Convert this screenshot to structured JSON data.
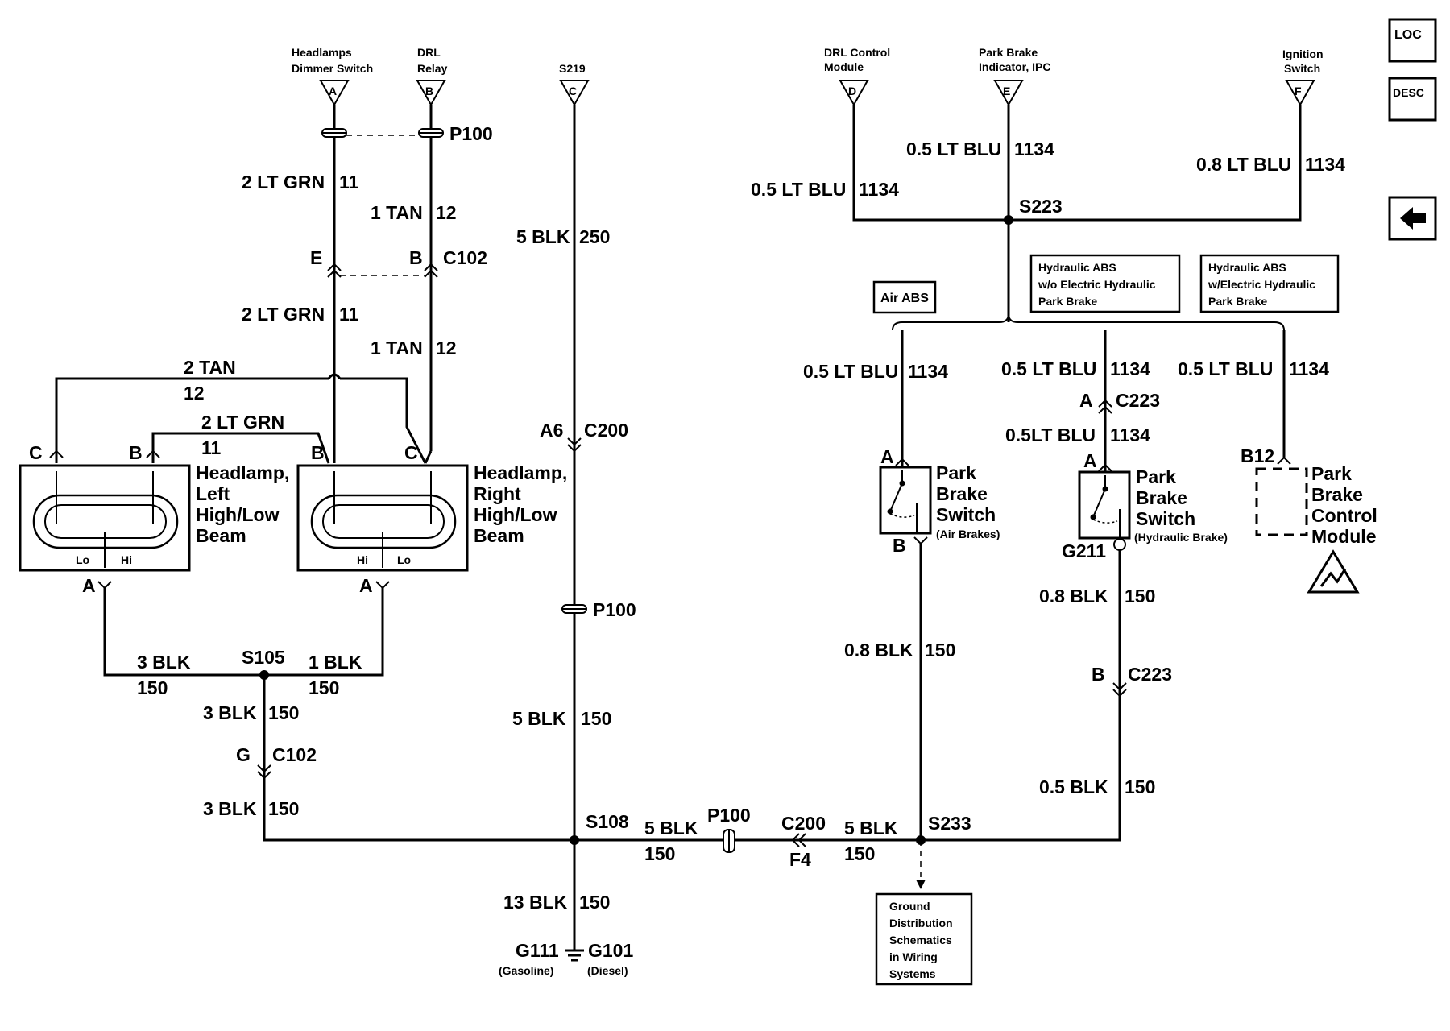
{
  "icons": {
    "loc": "LOC",
    "desc": "DESC",
    "back": "back-arrow-icon"
  },
  "terminals": [
    {
      "letter": "A",
      "label1": "Headlamps",
      "label2": "Dimmer Switch"
    },
    {
      "letter": "B",
      "label1": "DRL",
      "label2": "Relay"
    },
    {
      "letter": "C",
      "label1": "S219",
      "label2": ""
    },
    {
      "letter": "D",
      "label1": "DRL Control",
      "label2": "Module"
    },
    {
      "letter": "E",
      "label1": "Park Brake",
      "label2": "Indicator, IPC"
    },
    {
      "letter": "F",
      "label1": "Ignition",
      "label2": "Switch"
    }
  ],
  "connectors": {
    "p100": "P100",
    "c102": "C102",
    "c200": "C200",
    "c223": "C223",
    "s105": "S105",
    "s108": "S108",
    "s223": "S223",
    "s233": "S233",
    "g211": "G211",
    "g111": "G111",
    "g101": "G101",
    "gasoline": "(Gasoline)",
    "diesel": "(Diesel)",
    "a6": "A6",
    "f4": "F4",
    "b12": "B12"
  },
  "wires": {
    "lt_grn_2": "2 LT GRN",
    "n11": "11",
    "tan_1": "1 TAN",
    "n12": "12",
    "blk_5": "5 BLK",
    "n250": "250",
    "n150": "150",
    "tan_2": "2 TAN",
    "blk_3": "3 BLK",
    "blk_1": "1 BLK",
    "blk_13": "13 BLK",
    "blu_05": "0.5 LT BLU",
    "blu_05b": "0.5LT BLU",
    "blu_08": "0.8 LT BLU",
    "n1134": "1134",
    "blk_08": "0.8 BLK",
    "blk_05": "0.5 BLK"
  },
  "pins": {
    "a": "A",
    "b": "B",
    "c": "C",
    "e": "E",
    "g": "G",
    "lo": "Lo",
    "hi": "Hi"
  },
  "components": {
    "hl_left": [
      "Headlamp,",
      "Left",
      "High/Low",
      "Beam"
    ],
    "hl_right": [
      "Headlamp,",
      "Right",
      "High/Low",
      "Beam"
    ],
    "pbs_air": [
      "Park",
      "Brake",
      "Switch"
    ],
    "pbs_air_sub": "(Air Brakes)",
    "pbs_hyd": [
      "Park",
      "Brake",
      "Switch"
    ],
    "pbs_hyd_sub": "(Hydraulic Brake)",
    "pbcm": [
      "Park",
      "Brake",
      "Control",
      "Module"
    ]
  },
  "options": {
    "air_abs": "Air ABS",
    "hyd_wo": [
      "Hydraulic ABS",
      "w/o Electric Hydraulic",
      "Park Brake"
    ],
    "hyd_w": [
      "Hydraulic ABS",
      "w/Electric Hydraulic",
      "Park Brake"
    ]
  },
  "ground_dist": [
    "Ground",
    "Distribution",
    "Schematics",
    "in Wiring",
    "Systems"
  ]
}
